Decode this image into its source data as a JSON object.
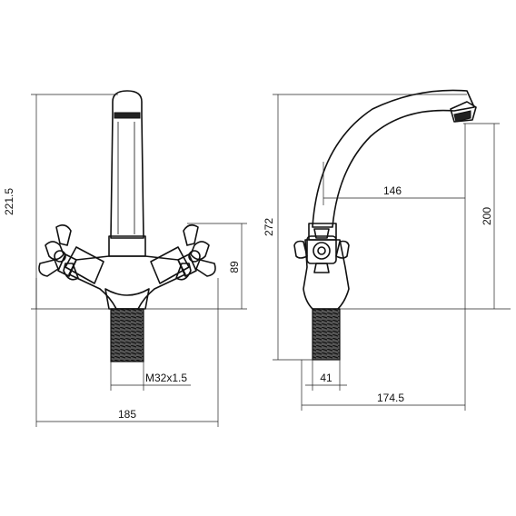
{
  "dimensions": {
    "front_height": "221.5",
    "handle_height": "89",
    "thread_size": "M32x1.5",
    "front_width": "185",
    "side_height": "272",
    "spout_reach": "146",
    "spout_height": "200",
    "base_diameter": "41",
    "side_depth": "174.5"
  }
}
